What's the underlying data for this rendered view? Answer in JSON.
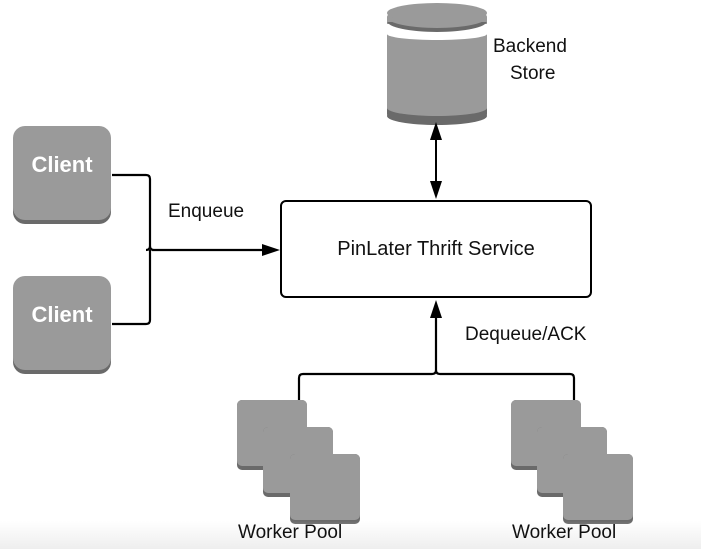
{
  "diagram": {
    "backend_store": {
      "label_line1": "Backend",
      "label_line2": "Store",
      "icon": "database-cylinder-icon"
    },
    "clients": [
      {
        "label": "Client"
      },
      {
        "label": "Client"
      }
    ],
    "service": {
      "label": "PinLater Thrift Service"
    },
    "edges": {
      "enqueue": "Enqueue",
      "dequeue": "Dequeue/ACK"
    },
    "worker_pools": [
      {
        "label": "Worker Pool",
        "icon": "server-stack-icon"
      },
      {
        "label": "Worker Pool",
        "icon": "server-stack-icon"
      }
    ],
    "colors": {
      "node_fill": "#9a9a9a",
      "node_shadow": "#6a6a6a",
      "line": "#000000",
      "text": "#111111"
    }
  }
}
